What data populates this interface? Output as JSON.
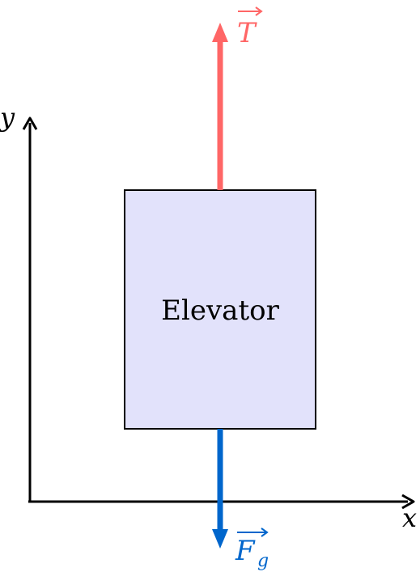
{
  "diagram": {
    "box_label": "Elevator",
    "axes": {
      "x_label": "x",
      "y_label": "y"
    },
    "forces": {
      "tension": {
        "symbol": "T",
        "subscript": "",
        "color": "#ff6666"
      },
      "gravity": {
        "symbol": "F",
        "subscript": "g",
        "color": "#0066cc"
      }
    },
    "box_fill": "#e2e2fb",
    "box_stroke": "#000000",
    "axis_color": "#000000"
  }
}
